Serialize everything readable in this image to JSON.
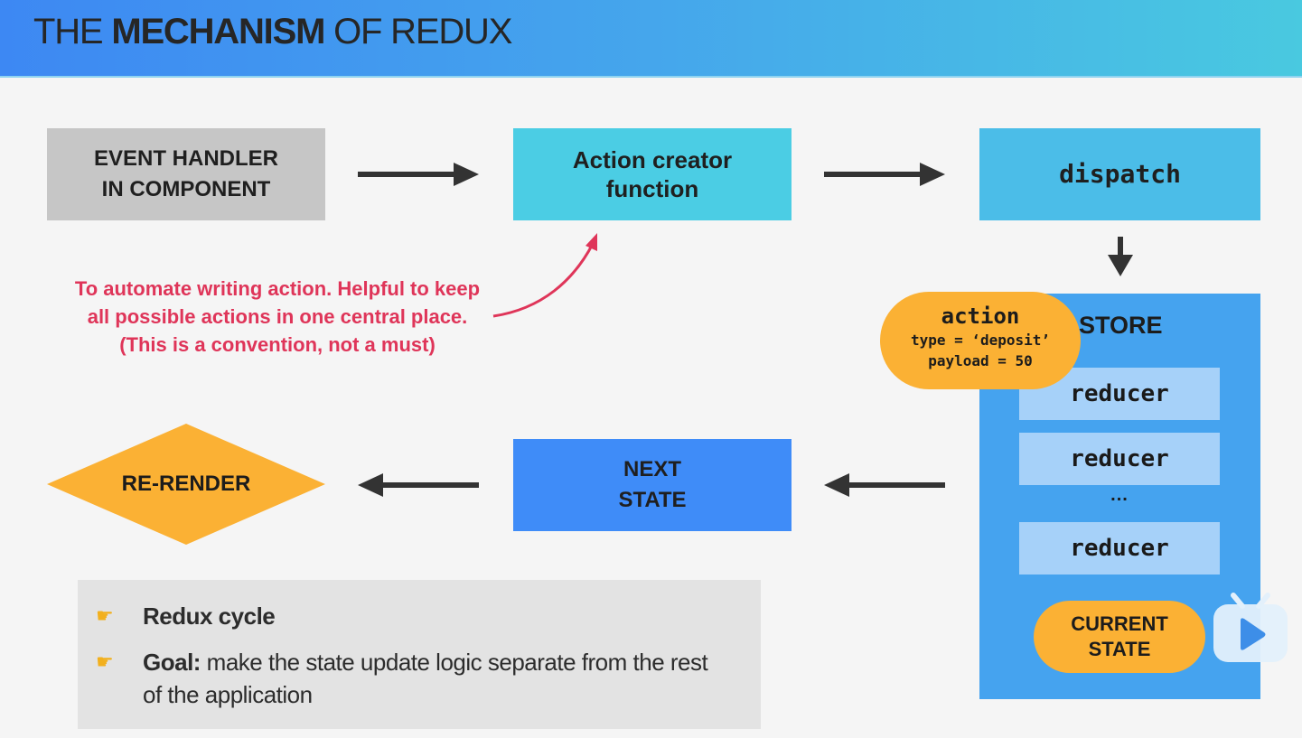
{
  "header": {
    "title_prefix": "THE ",
    "title_bold": "MECHANISM",
    "title_suffix": " OF REDUX",
    "gradient": [
      "#3d88f3",
      "#49c9e0"
    ]
  },
  "flow": {
    "event_handler": {
      "line1": "EVENT HANDLER",
      "line2": "IN COMPONENT",
      "color": "#c6c6c6"
    },
    "action_creator": {
      "line1": "Action creator",
      "line2": "function",
      "color": "#4bcde4"
    },
    "dispatch": {
      "label": "dispatch",
      "color": "#4bbde8"
    },
    "store": {
      "label": "STORE",
      "color": "#45a3ef",
      "reducers": [
        "reducer",
        "reducer",
        "reducer"
      ],
      "ellipsis": "...",
      "current_state": {
        "line1": "CURRENT",
        "line2": "STATE"
      }
    },
    "action": {
      "title": "action",
      "type_line": "type = ‘deposit’",
      "payload_line": "payload = 50",
      "color": "#fbb134"
    },
    "next_state": {
      "line1": "NEXT",
      "line2": "STATE",
      "color": "#3f8cf8"
    },
    "re_render": {
      "label": "RE-RENDER",
      "color": "#fbb134"
    }
  },
  "annotation": {
    "text": "To automate writing action. Helpful to keep all possible actions in one central place. (This is a convention, not a must)",
    "color": "#df3559"
  },
  "notes": [
    {
      "icon": "pointing-hand-icon",
      "bold": "Redux cycle",
      "text": ""
    },
    {
      "icon": "pointing-hand-icon",
      "bold": "Goal:",
      "text": " make the state update logic separate from the rest of the application"
    }
  ],
  "watermark": {
    "icon": "tv-play-icon"
  }
}
